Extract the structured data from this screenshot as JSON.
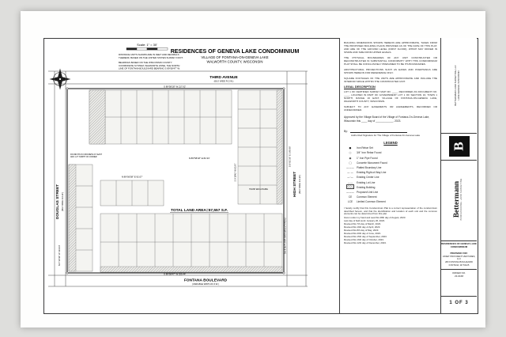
{
  "sheet": {
    "number": "1 OF 3"
  },
  "header": {
    "title": "RESIDENCES OF GENEVA LAKE CONDOMINIUM",
    "subtitle1": "VILLAGE OF FONTANA-ON-GENEVA LAKE",
    "subtitle2": "WALWORTH COUNTY, WISCONSIN"
  },
  "scale_label": "Scale: 1\" = 30'",
  "notes_left": {
    "n1l1": "DISTANCE UNITS SHOWN ARE IN FEET AND DECIMALS",
    "n1l2": "THEREOF, BASED ON THE UNITED STATES SURVEY FOOT.",
    "n2l1": "BEARINGS BASED ON THE WISCONSIN COUNTY",
    "n2l2": "COORDINATE SYSTEM, WALWORTH ZONE, THE NORTH",
    "n2l3": "LINE OF FONTANA BOULEVARD BEARING S 89°58'47\" W."
  },
  "streets": {
    "top": "THIRD AVENUE",
    "top_sub": "(66.0' WIDE R.O.W.)",
    "left": "DOUGLAS STREET",
    "left_sub": "(66.0' WIDE R.O.W.)",
    "right": "HIGH STREET",
    "right_sub": "(66.0' WIDE R.O.W.)",
    "bottom": "FONTANA BOULEVARD",
    "bottom_sub": "(VARIABLE WIDTH R.O.W.)"
  },
  "drawing": {
    "total_area": "TOTAL LAND AREA=57,557 S.F.",
    "dim_top": "S 89°58'18\" W  217.02'",
    "dim_mid": "N 89°58'18\" E  82.33'",
    "dim_mid2": "N 89°56'58\" E  92.07'",
    "dim_right": "S 0°01'33\" E  149.96'",
    "dim_bottom": "S 89°58'47\" W  325.44'",
    "dim_left": "N 0°12'43\" W  114.04'",
    "dim_inner": "S 0°18'42\" W  63.97'",
    "note_trash": "TRASH ENCLOSURE",
    "note_overhang": "2nd & 3rd FLOOR OVERHANG (TYPICAL)",
    "note_pin_l1": "FOUND PIN IN CONCRETE 0.5' EAST",
    "note_pin_l2": "AND 1.27' NORTH OF CORNER"
  },
  "right_panel": {
    "notes": [
      "BUILDING DIMENSIONS SHOWN HEREON ARE APPROXIMATE, TAKEN FROM THE PROPOSED BUILDING PLANS PROVIDED AS OF THE DATE OF THIS PLAT, AND ARE OF THE GROUND LEVEL (FIRST FLOOR), WHICH MAY DIFFER IN SHAPE AND SIZE FROM UPPER LEVELS.",
      "THE PHYSICAL BOUNDARIES OF ANY UNIT CONSTRUCTED OR RECONSTRUCTED IN SUBSTANTIAL CONFORMITY WITH THIS CONDOMINIUM PLAT SHALL BE CONCLUSIVELY PRESUMED TO BE ITS BOUNDARIES.",
      "ARCHITECTURAL PROJECTIONS SUCH AS EAVES AND OVERHANGS ARE SHOWN HEREON FOR REFERENCE ONLY.",
      "SQUARE FOOTAGES OF THE UNITS ARE APPROXIMATE AND INCLUDE THE INTERIOR SPACE WITHIN THE CONSTRUCTED UNIT."
    ],
    "legal_title": "LEGAL DESCRIPTION",
    "legal_body": "LOT 1 OF CERTIFIED SURVEY MAP NO. ____, RECORDED AS DOCUMENT NO. ____, LOCATED IN PART OF GOVERNMENT LOT 1 OF SECTION 16, TOWN 1 NORTH, RANGE 16 EAST, VILLAGE OF FONTANA-ON-GENEVA LAKE, WALWORTH COUNTY, WISCONSIN.",
    "legal_note": "SUBJECT TO ANY EASEMENTS OR AGREEMENTS, RECORDED OR UNRECORDED.",
    "approval_l1": "Approved by the Village Board of the Village of Fontana-On-Geneva Lake,",
    "approval_l2": "Wisconsin this ____ day of ____________, 2023.",
    "by_label": "By:",
    "signature_caption": "Authorized Signature for The Village of Fontana-On-Geneva Lake",
    "legend": {
      "title": "LEGEND",
      "items": [
        {
          "sym": "●",
          "label": "Iron Rebar Set"
        },
        {
          "sym": "○",
          "label": "3/4\" Iron Rebar Found"
        },
        {
          "sym": "◉",
          "label": "1\" Iron Pipe Found"
        },
        {
          "sym": "□",
          "label": "Concrete Monument Found"
        },
        {
          "sym": "———",
          "label": "Platted Boundary Line"
        },
        {
          "sym": "— —",
          "label": "Existing Right-of-Way Line"
        },
        {
          "sym": "—·—",
          "label": "Existing Center Line"
        },
        {
          "sym": "-----",
          "label": "Existing Lot Line"
        },
        {
          "label": "Existing Building"
        },
        {
          "sym": "———",
          "label": "Proposed Unit Line"
        },
        {
          "sym": "CE",
          "label": "Common Element"
        },
        {
          "sym": "LCE",
          "label": "Limited Common Element"
        }
      ]
    },
    "certification": "I hereby certify that this Condominium Plat is a correct representation of the condominium described hereon, and that the identification and location of each unit and the common elements can be determined from this plat.",
    "revisions": [
      "Given under my hand and seal this 28th day of August, 2023.",
      "Last day of field work: January 26, 2023.",
      "Revised this 7th day of March, 2023.",
      "Revised this 19th day of April, 2023.",
      "Revised this 8th day of May, 2023.",
      "Revised this 20th day of June, 2023.",
      "Revised this 15th day of September, 2023.",
      "Revised this 16th day of October, 2023.",
      "Revised this 12th day of December, 2023."
    ]
  },
  "strip": {
    "contact_l1": "BETTERMANN LAND SURVEYING, LLC",
    "contact_l2": "LAKE GENEVA, WISCONSIN",
    "logo_letter": "B",
    "company": "Bettermann",
    "company_sub": "PROFESSIONAL LAND SURVEYING",
    "project_l1": "RESIDENCES OF GENEVA LAKE",
    "project_l2": "CONDOMINIUM",
    "prepared_for": "PREPARED FOR:",
    "client_l1": "ASSET PROVIDENT VENTURES, LLC",
    "client_l2": "283 FONTANA BOULEVARD",
    "client_l3": "FONTANA, WI 53125",
    "order_label": "ORDER NO.",
    "order_no": "23-0168",
    "sheet_label": "1 OF 3"
  }
}
